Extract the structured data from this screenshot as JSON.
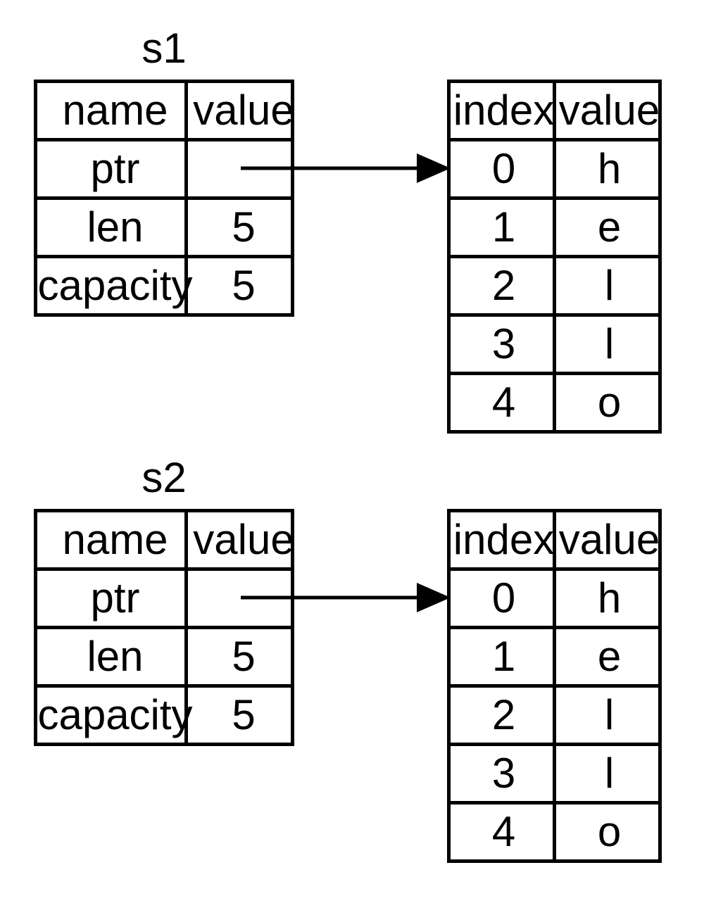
{
  "diagram": {
    "background_color": "#ffffff",
    "line_color": "#000000",
    "groups": [
      {
        "title": "s1",
        "stack_table": {
          "headers": [
            "name",
            "value"
          ],
          "rows": [
            {
              "name": "ptr",
              "value": ""
            },
            {
              "name": "len",
              "value": "5"
            },
            {
              "name": "capacity",
              "value": "5"
            }
          ]
        },
        "arrow": {
          "from_field": "ptr",
          "to_index": "0"
        },
        "heap_table": {
          "headers": [
            "index",
            "value"
          ],
          "rows": [
            {
              "index": "0",
              "value": "h"
            },
            {
              "index": "1",
              "value": "e"
            },
            {
              "index": "2",
              "value": "l"
            },
            {
              "index": "3",
              "value": "l"
            },
            {
              "index": "4",
              "value": "o"
            }
          ]
        }
      },
      {
        "title": "s2",
        "stack_table": {
          "headers": [
            "name",
            "value"
          ],
          "rows": [
            {
              "name": "ptr",
              "value": ""
            },
            {
              "name": "len",
              "value": "5"
            },
            {
              "name": "capacity",
              "value": "5"
            }
          ]
        },
        "arrow": {
          "from_field": "ptr",
          "to_index": "0"
        },
        "heap_table": {
          "headers": [
            "index",
            "value"
          ],
          "rows": [
            {
              "index": "0",
              "value": "h"
            },
            {
              "index": "1",
              "value": "e"
            },
            {
              "index": "2",
              "value": "l"
            },
            {
              "index": "3",
              "value": "l"
            },
            {
              "index": "4",
              "value": "o"
            }
          ]
        }
      }
    ]
  }
}
